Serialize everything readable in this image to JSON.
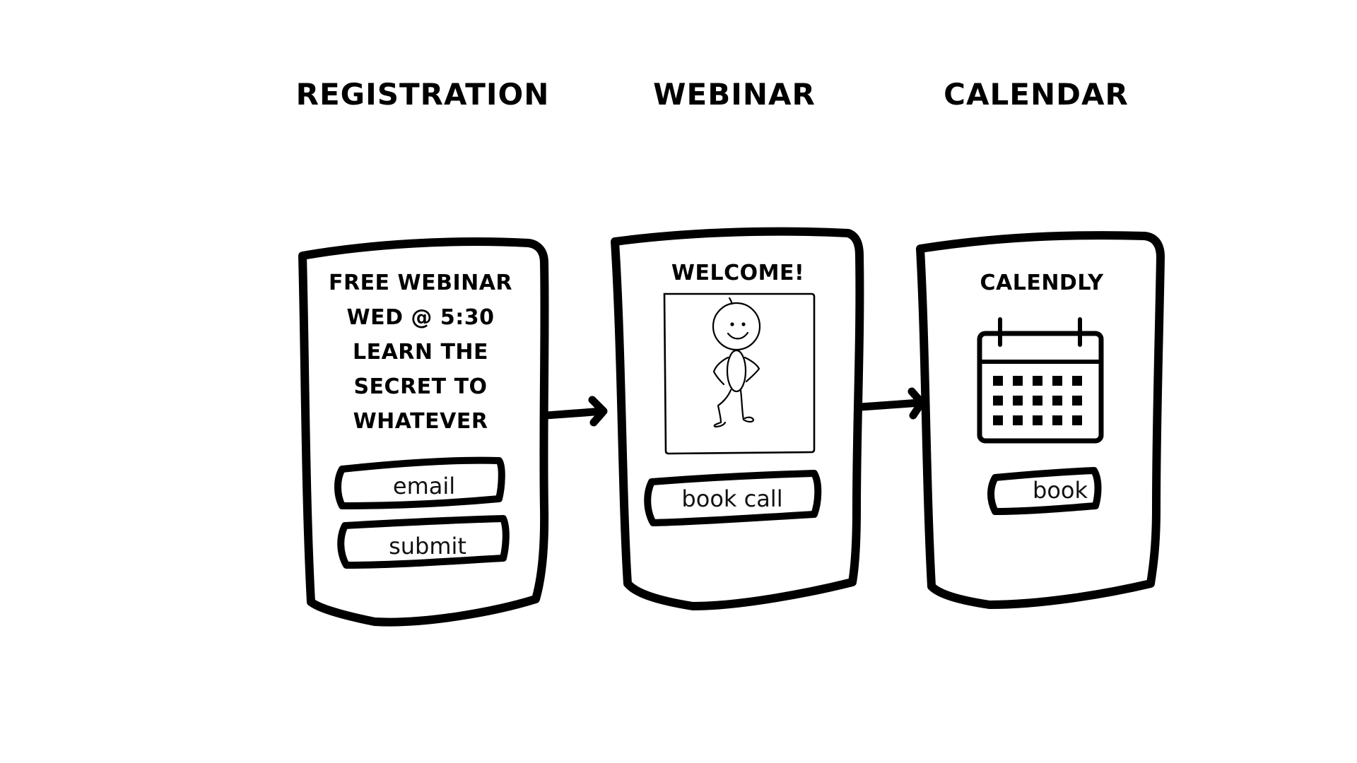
{
  "stages": {
    "registration": {
      "heading": "REGISTRATION",
      "promo_lines": [
        "FREE WEBINAR",
        "WED @ 5:30",
        "LEARN THE",
        "SECRET TO",
        "WHATEVER"
      ],
      "email_label": "email",
      "submit_label": "submit"
    },
    "webinar": {
      "heading": "WEBINAR",
      "title": "WELCOME!",
      "video_icon": "stick-figure-icon",
      "book_call_label": "book call"
    },
    "calendar": {
      "heading": "CALENDAR",
      "title": "CALENDLY",
      "calendar_icon": "calendar-icon",
      "book_label": "book"
    }
  },
  "colors": {
    "ink": "#000000",
    "paper": "#ffffff"
  }
}
